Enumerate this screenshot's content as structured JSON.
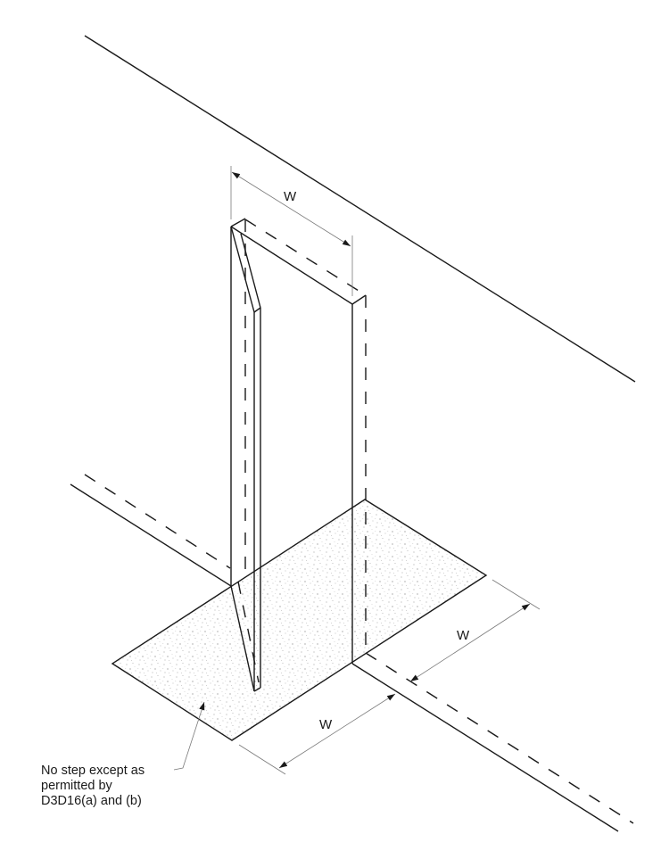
{
  "diagram": {
    "type": "isometric-technical-drawing",
    "subject": "Doorway with level floor landing on both sides of door",
    "dimension_labels": {
      "top_width": "W",
      "landing_side_width": "W",
      "landing_front_width": "W"
    },
    "annotation": {
      "lines": [
        "No step except as",
        "permitted by",
        "D3D16(a) and (b)"
      ]
    },
    "colors": {
      "line": "#1a1a1a",
      "dimension_line": "#7a7a7a",
      "floor_stipple": "#9a9a9a",
      "background": "#ffffff"
    }
  }
}
